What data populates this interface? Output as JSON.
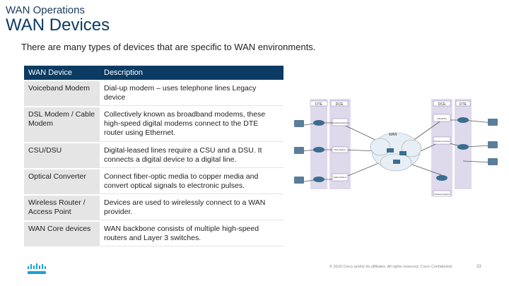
{
  "header": {
    "kicker": "WAN Operations",
    "title": "WAN Devices"
  },
  "intro": "There are many types of devices that are specific to WAN environments.",
  "table": {
    "columns": [
      "WAN Device",
      "Description"
    ],
    "rows": [
      {
        "device": "Voiceband Modem",
        "description": "Dial-up modem – uses telephone lines Legacy device"
      },
      {
        "device": "DSL Modem / Cable Modem",
        "description": "Collectively known as broadband modems, these high-speed digital modems connect to the DTE router using Ethernet."
      },
      {
        "device": "CSU/DSU",
        "description": "Digital-leased lines require a CSU and a DSU. It connects a digital device to a digital line."
      },
      {
        "device": "Optical Converter",
        "description": "Connect fiber-optic media to copper media and convert optical signals to electronic pulses."
      },
      {
        "device": "Wireless Router / Access Point",
        "description": "Devices are used to wirelessly connect to a WAN provider."
      },
      {
        "device": "WAN Core devices",
        "description": "WAN backbone consists of multiple high-speed routers and Layer 3 switches."
      }
    ]
  },
  "diagram": {
    "left_dte": "DTE",
    "left_dce": "DCE",
    "right_dce": "DCE",
    "right_dte": "DTE",
    "wan": "WAN",
    "left_devices": [
      "Voiceband Modem",
      "DSL Modem",
      "Cable Modem"
    ],
    "right_devices": [
      "CSU/DSU",
      "Optical Converter",
      "Wireless Router"
    ],
    "accent_left": "#c9c0e0",
    "accent_right": "#c9c0e0"
  },
  "footer": {
    "text": "© 2016 Cisco and/or its affiliates. All rights reserved. Cisco Confidential",
    "page": "33",
    "logo": "cisco-logo"
  }
}
